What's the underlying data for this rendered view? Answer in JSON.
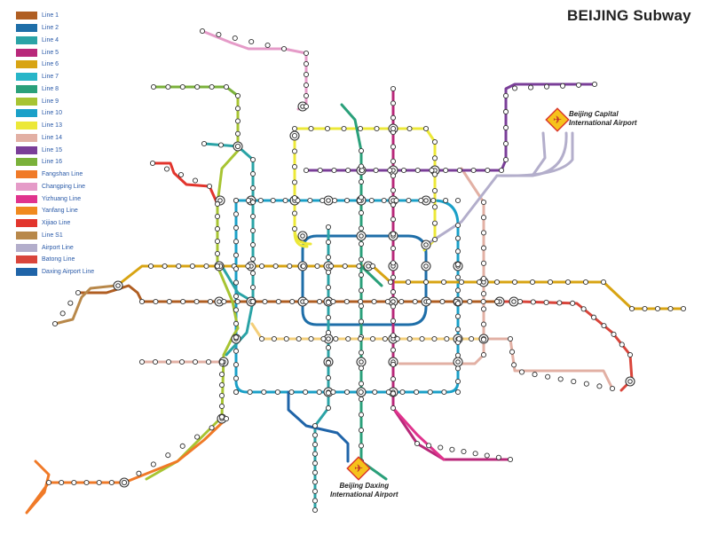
{
  "title": "BEIJING Subway",
  "legend": [
    {
      "label": "Line 1",
      "color": "#b05e22"
    },
    {
      "label": "Line 2",
      "color": "#1e6ea8"
    },
    {
      "label": "Line 4",
      "color": "#2aa3a6"
    },
    {
      "label": "Line 5",
      "color": "#b8287a"
    },
    {
      "label": "Line 6",
      "color": "#d8a413"
    },
    {
      "label": "Line 7",
      "color": "#27b5c8"
    },
    {
      "label": "Line 8",
      "color": "#2aa07a"
    },
    {
      "label": "Line 9",
      "color": "#a7c432"
    },
    {
      "label": "Line 10",
      "color": "#1aa0c8"
    },
    {
      "label": "Line 13",
      "color": "#ece838"
    },
    {
      "label": "Line 14",
      "color": "#e2b0a4"
    },
    {
      "label": "Line 15",
      "color": "#7a3e98"
    },
    {
      "label": "Line 16",
      "color": "#7ab13a"
    },
    {
      "label": "Fangshan Line",
      "color": "#f07a28"
    },
    {
      "label": "Changping Line",
      "color": "#e59bc8"
    },
    {
      "label": "Yizhuang Line",
      "color": "#e0338d"
    },
    {
      "label": "Yanfang Line",
      "color": "#f08a1e"
    },
    {
      "label": "Xijiao Line",
      "color": "#e2352d"
    },
    {
      "label": "Line S1",
      "color": "#b8884a"
    },
    {
      "label": "Airport Line",
      "color": "#b3aecb"
    },
    {
      "label": "Batong Line",
      "color": "#d9453b"
    },
    {
      "label": "Daxing Airport Line",
      "color": "#1f64a8"
    }
  ],
  "airports": {
    "capital": "Beijing Capital\nInternational Airport",
    "daxing": "Beijing Daxing\nInternational Airport"
  },
  "airport_icon": "airplane-icon",
  "station_colors": {
    "fill": "#ffffff",
    "stroke": "#333333"
  }
}
